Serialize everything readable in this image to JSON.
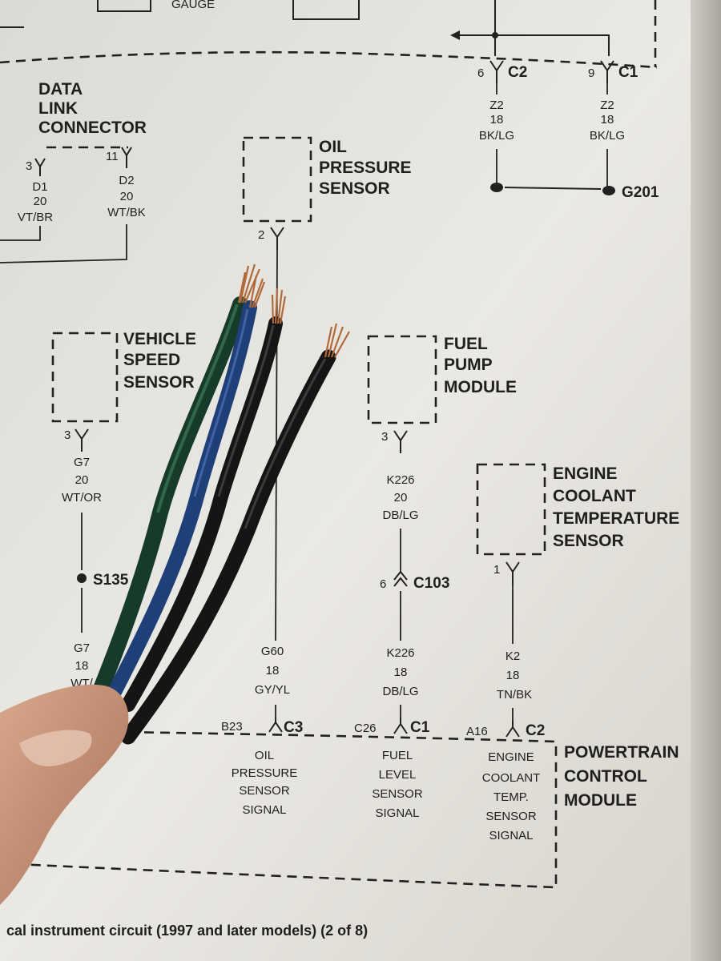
{
  "top": {
    "gauge": "GAUGE"
  },
  "ground": {
    "conn_left": {
      "pin": "6",
      "name": "C2"
    },
    "conn_right": {
      "pin": "9",
      "name": "C1"
    },
    "wire_left": {
      "circuit": "Z2",
      "gauge": "18",
      "color": "BK/LG"
    },
    "wire_right": {
      "circuit": "Z2",
      "gauge": "18",
      "color": "BK/LG"
    },
    "ground_name": "G201"
  },
  "dlc": {
    "title_lines": [
      "DATA",
      "LINK",
      "CONNECTOR"
    ],
    "pin_left": "3",
    "pin_right": "11",
    "wire_left": {
      "circuit": "D1",
      "gauge": "20",
      "color": "VT/BR"
    },
    "wire_right": {
      "circuit": "D2",
      "gauge": "20",
      "color": "WT/BK"
    }
  },
  "oil_sensor": {
    "title_lines": [
      "OIL",
      "PRESSURE",
      "SENSOR"
    ],
    "pin": "2"
  },
  "vss": {
    "title_lines": [
      "VEHICLE",
      "SPEED",
      "SENSOR"
    ],
    "pin": "3",
    "wire_top": {
      "circuit": "G7",
      "gauge": "20",
      "color": "WT/OR"
    },
    "splice": "S135",
    "wire_bottom": {
      "circuit": "G7",
      "gauge": "18",
      "color": "WT/"
    }
  },
  "fuel_pump": {
    "title_lines": [
      "FUEL",
      "PUMP",
      "MODULE"
    ],
    "pin": "3",
    "wire_top": {
      "circuit": "K226",
      "gauge": "20",
      "color": "DB/LG"
    },
    "conn_pin": "6",
    "conn_name": "C103",
    "wire_bottom": {
      "circuit": "K226",
      "gauge": "18",
      "color": "DB/LG"
    }
  },
  "ect": {
    "title_lines": [
      "ENGINE",
      "COOLANT",
      "TEMPERATURE",
      "SENSOR"
    ],
    "pin": "1",
    "wire": {
      "circuit": "K2",
      "gauge": "18",
      "color": "TN/BK"
    }
  },
  "oil_wire": {
    "circuit": "G60",
    "gauge": "18",
    "color": "GY/YL"
  },
  "pcm": {
    "title_lines": [
      "POWERTRAIN",
      "CONTROL",
      "MODULE"
    ],
    "pins": [
      {
        "cavity": "B23",
        "conn": "C3",
        "signal_lines": [
          "OIL",
          "PRESSURE",
          "SENSOR",
          "SIGNAL"
        ]
      },
      {
        "cavity": "C26",
        "conn": "C1",
        "signal_lines": [
          "FUEL",
          "LEVEL",
          "SENSOR",
          "SIGNAL"
        ]
      },
      {
        "cavity": "A16",
        "conn": "C2",
        "signal_lines": [
          "ENGINE",
          "COOLANT",
          "TEMP.",
          "SENSOR",
          "SIGNAL"
        ]
      }
    ]
  },
  "caption": "cal instrument circuit (1997 and later models) (2 of 8)",
  "colors": {
    "paper": "#e9e7e2",
    "ink": "#1f1f1f",
    "wire_green": "#1f5a3a",
    "wire_blue": "#2a4d8a",
    "wire_black": "#1b1b1b",
    "copper": "#b06a3b",
    "skin": "#c9967a"
  }
}
